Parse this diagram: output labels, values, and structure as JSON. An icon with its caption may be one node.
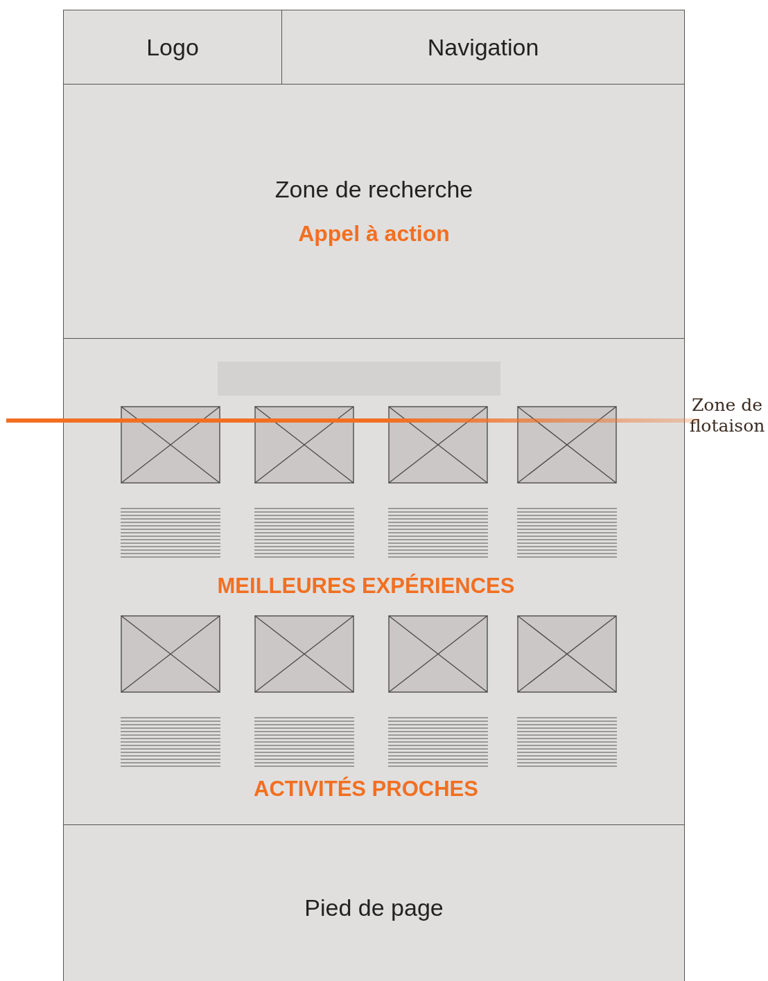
{
  "diagram": {
    "nodes": [
      {
        "text": [
          "Logo"
        ]
      },
      {
        "text": [
          "Navigation"
        ]
      },
      {
        "text": [
          "Zone de recherche",
          "Appel à action"
        ]
      },
      {
        "text": [],
        "shape": "box"
      },
      {
        "text": [],
        "shape": "bar",
        "in": 3
      },
      {
        "text": [
          "Pied de page"
        ]
      }
    ],
    "edges": [],
    "labels": [
      "MEILLEURES EXPÉRIENCES",
      "ACTIVITÉS PROCHES",
      "Zone de flotaison"
    ]
  }
}
